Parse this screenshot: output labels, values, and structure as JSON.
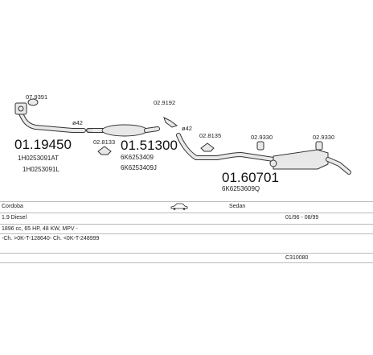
{
  "parts": [
    {
      "id": "front-pipe",
      "number": "01.19450",
      "oem": [
        "1H0253091AT",
        "1H0253091L"
      ]
    },
    {
      "id": "middle-silencer",
      "number": "01.51300",
      "oem": [
        "6K6253409",
        "6K6253409J"
      ]
    },
    {
      "id": "rear-silencer",
      "number": "01.60701",
      "oem": [
        "6K6253609Q"
      ]
    }
  ],
  "small_parts": [
    {
      "id": "clamp-front",
      "number": "07.9391"
    },
    {
      "id": "mount-1",
      "number": "02.8133"
    },
    {
      "id": "gasket",
      "number": "02.9192"
    },
    {
      "id": "mount-2",
      "number": "02.8135"
    },
    {
      "id": "hanger-1",
      "number": "02.9330"
    },
    {
      "id": "hanger-2",
      "number": "02.9330"
    }
  ],
  "diameters": [
    "ø42",
    "ø42"
  ],
  "vehicle": {
    "model": "Cordoba",
    "body": "Sedan",
    "body_icon": "sedan-car-icon",
    "engine": "1.9 Diesel",
    "years": "01/96 - 08/99",
    "spec": "1896 cc, 65 HP, 48 KW, MPV -",
    "chassis": "-Ch. >0K-T-128640- Ch. <0K-T-248999",
    "set_code": "C310080"
  },
  "colors": {
    "line": "#333333",
    "fill": "#e8e8e8",
    "table_border": "#bbbbbb"
  }
}
